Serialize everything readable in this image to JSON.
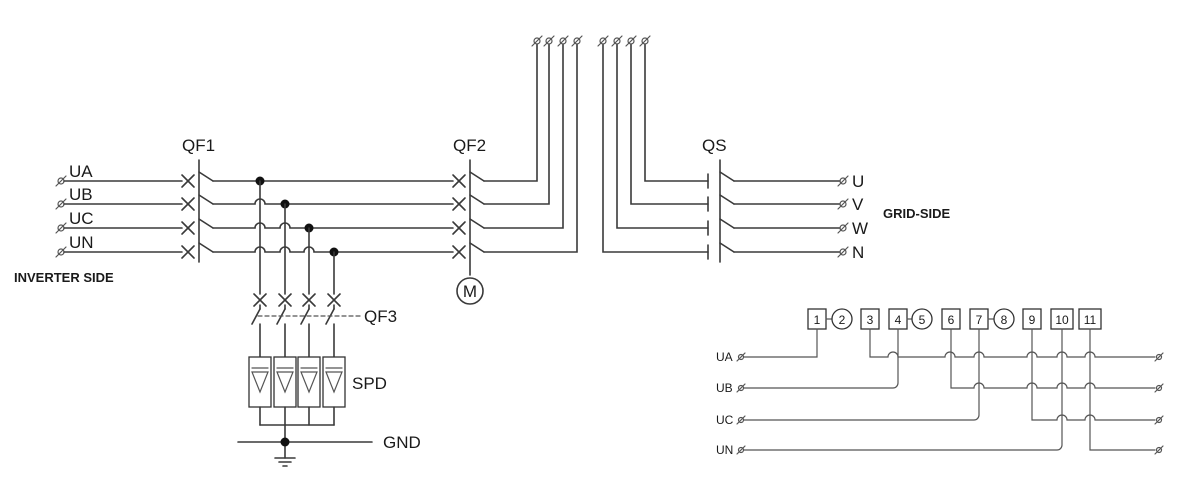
{
  "labels": {
    "inverter_phases": [
      "UA",
      "UB",
      "UC",
      "UN"
    ],
    "inverter_side": "INVERTER SIDE",
    "qf1": "QF1",
    "qf2": "QF2",
    "qf3": "QF3",
    "qs": "QS",
    "motor": "M",
    "spd": "SPD",
    "gnd": "GND",
    "grid_phases": [
      "U",
      "V",
      "W",
      "N"
    ],
    "grid_side": "GRID-SIDE"
  },
  "terminal_block": {
    "terminals": [
      {
        "label": "1",
        "shape": "box"
      },
      {
        "label": "2",
        "shape": "circle"
      },
      {
        "label": "3",
        "shape": "box"
      },
      {
        "label": "4",
        "shape": "box"
      },
      {
        "label": "5",
        "shape": "circle"
      },
      {
        "label": "6",
        "shape": "box"
      },
      {
        "label": "7",
        "shape": "box"
      },
      {
        "label": "8",
        "shape": "circle"
      },
      {
        "label": "9",
        "shape": "box"
      },
      {
        "label": "10",
        "shape": "box"
      },
      {
        "label": "11",
        "shape": "box"
      }
    ],
    "phases": [
      "UA",
      "UB",
      "UC",
      "UN"
    ]
  }
}
